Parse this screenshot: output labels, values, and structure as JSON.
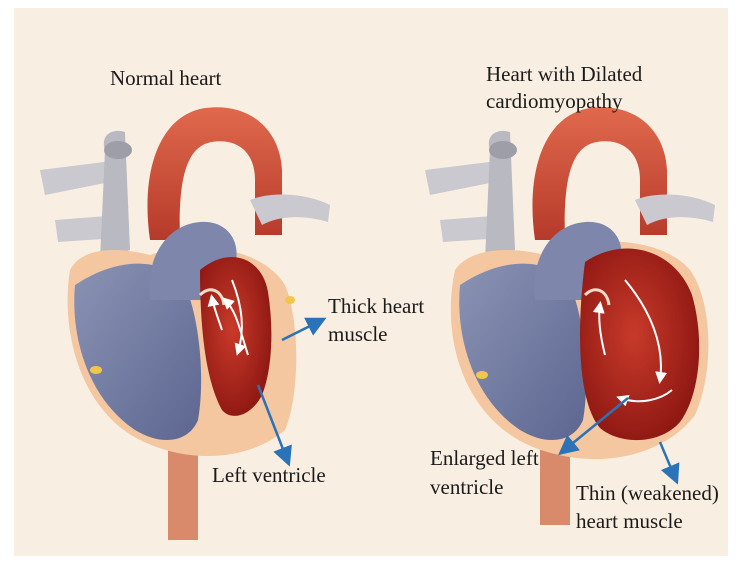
{
  "left_panel": {
    "title": "Normal heart",
    "label_muscle_line1": "Thick heart",
    "label_muscle_line2": "muscle",
    "label_ventricle": "Left ventricle"
  },
  "right_panel": {
    "title_line1": "Heart with Dilated",
    "title_line2": "cardiomyopathy",
    "label_ventricle_line1": "Enlarged left",
    "label_ventricle_line2": "ventricle",
    "label_muscle_line1": "Thin (weakened)",
    "label_muscle_line2": "heart muscle"
  },
  "colors": {
    "background": "#f8efe2",
    "aorta_red": "#d2543c",
    "vessel_blue": "#6f7aa0",
    "muscle_peach": "#f4c7a1",
    "ventricle_chamber": "#a8201a",
    "arrow_blue": "#2a73b8"
  }
}
